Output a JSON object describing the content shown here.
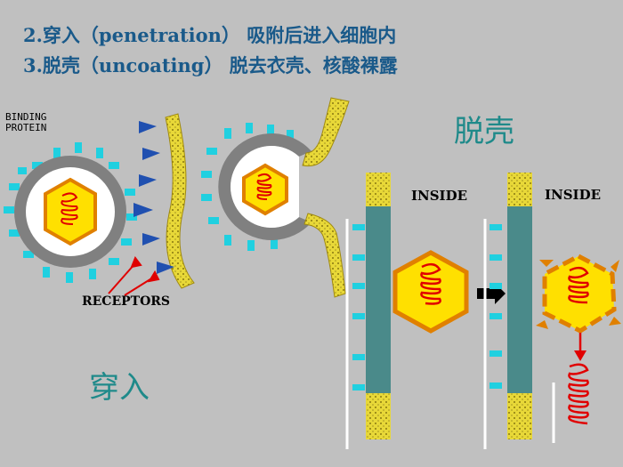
{
  "header": {
    "line1": "2.穿入（penetration）  吸附后进入细胞内",
    "line2": "3.脱壳（uncoating）  脱去衣壳、核酸裸露"
  },
  "labels": {
    "uncoating": "脱壳",
    "penetration": "穿入",
    "binding_protein_line1": "BINDING",
    "binding_protein_line2": "PROTEIN",
    "receptors": "RECEPTORS",
    "inside_1": "INSIDE",
    "inside_2": "INSIDE"
  },
  "colors": {
    "background": "#c0c0c0",
    "header_text": "#1a5a8a",
    "label_text": "#1f8a8a",
    "capsid_gray": "#808080",
    "spike_cyan": "#20d0e0",
    "hexagon_yellow": "#ffe000",
    "hexagon_orange": "#e08000",
    "nucleic_red": "#e00000",
    "membrane_yellow": "#e8d838",
    "membrane_teal": "#4a8a8a",
    "receptor_blue": "#2050b0",
    "arrow_red": "#e00000"
  }
}
